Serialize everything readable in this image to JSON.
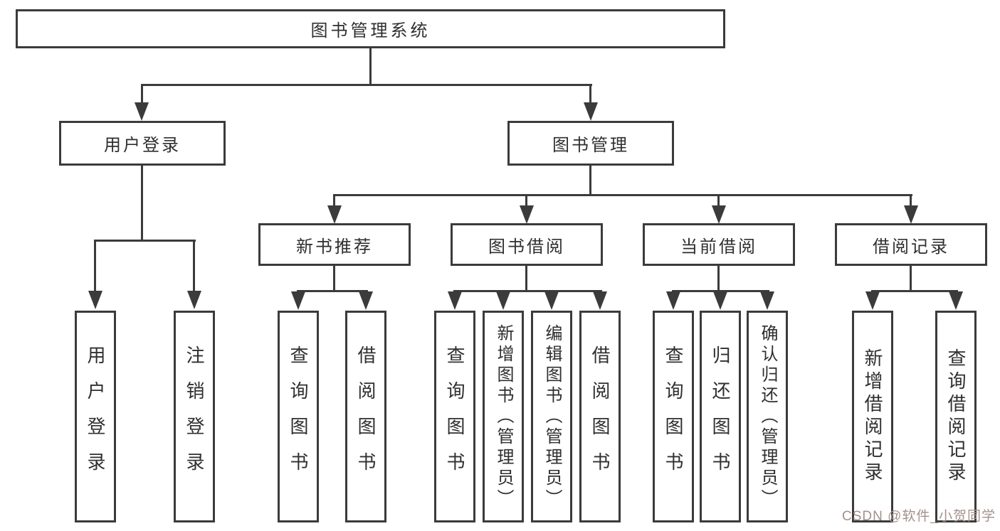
{
  "diagram": {
    "root": {
      "label": "图书管理系统"
    },
    "level1": {
      "user_login": {
        "label": "用户登录"
      },
      "book_mgmt": {
        "label": "图书管理"
      }
    },
    "level2": {
      "new_books": {
        "label": "新书推荐"
      },
      "book_borrow": {
        "label": "图书借阅"
      },
      "current_borrow": {
        "label": "当前借阅"
      },
      "borrow_records": {
        "label": "借阅记录"
      }
    },
    "leaves": {
      "login": [
        "用户登录",
        "注销登录"
      ],
      "new_books": [
        "查询图书",
        "借阅图书"
      ],
      "book_borrow": [
        "查询图书",
        "新增图书（管理员）",
        "编辑图书（管理员）",
        "借阅图书"
      ],
      "current_borrow": [
        "查询图书",
        "归还图书",
        "确认归还（管理员）"
      ],
      "borrow_records": [
        "新增借阅记录",
        "查询借阅记录"
      ]
    }
  },
  "watermark": {
    "text": "CSDN @软件_小贺同学",
    "color": "#a5908b"
  },
  "colors": {
    "line": "#3b3b3b",
    "text": "#2f2f2f",
    "background": "#ffffff"
  }
}
